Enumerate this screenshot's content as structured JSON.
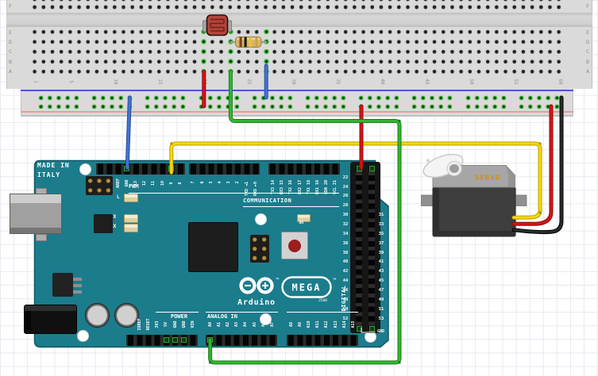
{
  "parts": {
    "breadboard": "full-size breadboard",
    "photoresistor": "photoresistor (LDR)",
    "resistor": "resistor",
    "resistor_bands": [
      "brown",
      "black",
      "yellow",
      "gold"
    ],
    "servo": "servo motor",
    "arduino": "Arduino Mega 2560"
  },
  "breadboard": {
    "row_letters": [
      "F",
      "E",
      "D",
      "C",
      "B",
      "A"
    ],
    "column_numbers": [
      "1",
      "5",
      "10",
      "15",
      "20",
      "25",
      "30",
      "35",
      "40",
      "45",
      "50",
      "55",
      "60"
    ]
  },
  "arduino": {
    "made_in_line1": "MADE IN",
    "made_in_line2": "ITALY",
    "pwm": "PWM",
    "communication": "COMMUNICATION",
    "digital": "DIGITAL",
    "power": "POWER",
    "analog_in": "ANALOG IN",
    "led_l": "L",
    "led_tx": "TX",
    "led_rx": "RX",
    "led_on": "ON",
    "label_5v": "5V",
    "label_gnd": "GND",
    "logo_name": "Arduino",
    "logo_model": "MEGA",
    "logo_rev": "2560",
    "trademark": "TM",
    "top_pins": [
      "AREF",
      "GND",
      "13",
      "12",
      "11",
      "10",
      "9",
      "8"
    ],
    "top_pins2": [
      "7",
      "6",
      "5",
      "4",
      "3",
      "2",
      "TXD ◄1",
      "RXD ►0"
    ],
    "comm_pins": [
      "TX3 14",
      "RX3 15",
      "TX2 16",
      "RX2 17",
      "TX1 18",
      "RX1 19",
      "SDA 20",
      "SCL 21"
    ],
    "digital_left": [
      "22",
      "24",
      "26",
      "28",
      "30",
      "32",
      "34",
      "36",
      "38",
      "40",
      "42",
      "44",
      "46",
      "48",
      "50",
      "52"
    ],
    "digital_right": [
      "31",
      "33",
      "35",
      "37",
      "39",
      "41",
      "43",
      "45",
      "47",
      "49",
      "51",
      "53"
    ],
    "power_pins": [
      "IOREF",
      "RESET",
      "3V3",
      "5V",
      "GND",
      "GND",
      "VIN"
    ],
    "analog_pins_a": [
      "A0",
      "A1",
      "A2",
      "A3",
      "A4",
      "A5",
      "A6",
      "A7"
    ],
    "analog_pins_b": [
      "A8",
      "A9",
      "A10",
      "A11",
      "A12",
      "A13",
      "A14",
      "A15"
    ]
  },
  "servo": {
    "label": "SERVO"
  },
  "wires": [
    {
      "name": "ldr-column-to-positive-rail",
      "color": "red"
    },
    {
      "name": "divider-column-to-a0",
      "color": "green"
    },
    {
      "name": "resistor-column-to-negative-rail",
      "color": "blue"
    },
    {
      "name": "negative-rail-to-gnd-pin",
      "color": "blue"
    },
    {
      "name": "positive-rail-to-5v-pin",
      "color": "red"
    },
    {
      "name": "pin9-to-servo-signal",
      "color": "yellow"
    },
    {
      "name": "servo-power-to-positive-rail",
      "color": "red"
    },
    {
      "name": "servo-ground-to-negative-rail",
      "color": "black"
    }
  ],
  "colors": {
    "arduino_board": "#1b7c8c",
    "breadboard_body": "#dadada",
    "rail_blue_line": "#5156d8",
    "rail_red_line": "#ef9898",
    "hole_connected": "#2fa32f",
    "wire_red": "#d61414",
    "wire_green": "#2eb82e",
    "wire_blue": "#3e74d4",
    "wire_yellow": "#f6da07",
    "wire_black": "#262626",
    "servo_label": "#d29202",
    "reset_button": "#9c1e1e"
  }
}
